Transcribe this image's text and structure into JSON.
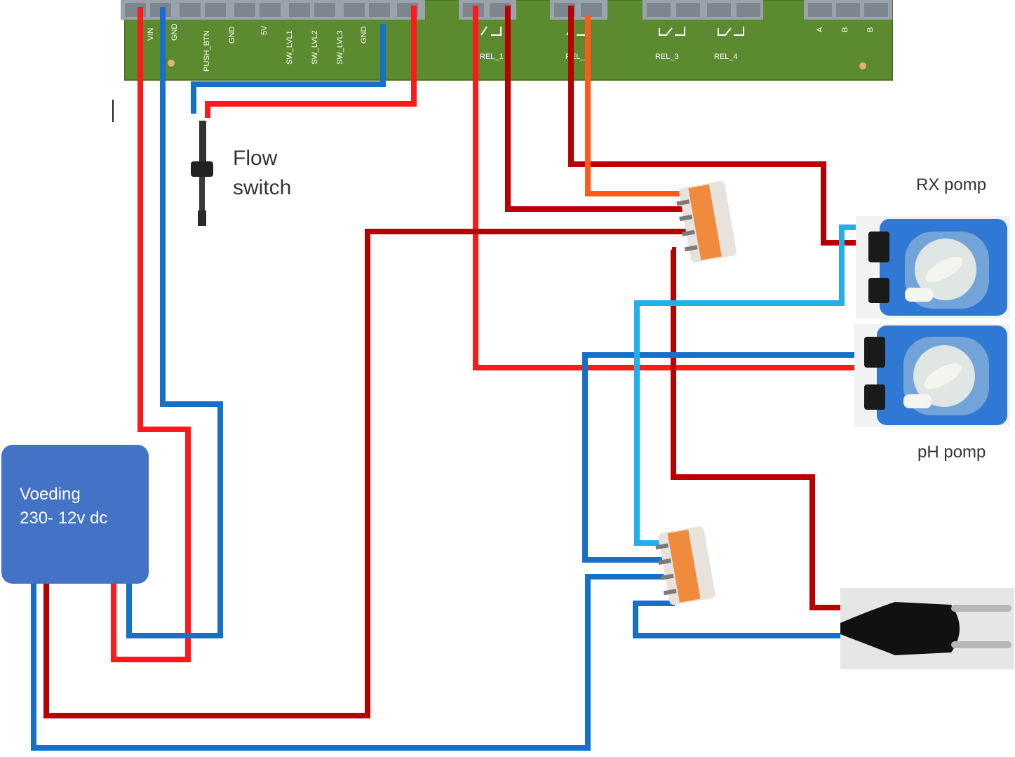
{
  "labels": {
    "flow_switch_line1": "Flow",
    "flow_switch_line2": "switch",
    "rx_pump": "RX pomp",
    "ph_pump": "pH pomp",
    "psu_line1": "Voeding",
    "psu_line2": "230- 12v dc"
  },
  "board_pins": [
    "VIN",
    "GND",
    "PUSH_BTN",
    "GND",
    "5V",
    "SW_LVL1",
    "SW_LVL2",
    "SW_LVL3",
    "GND"
  ],
  "relay_labels": [
    "REL_1",
    "REL_2",
    "REL_3",
    "REL_4"
  ],
  "terminal_right": [
    "A",
    "B",
    "B"
  ],
  "colors": {
    "board": "#5b8a2f",
    "terminal": "#9aa3ab",
    "red_wire": "#ff1a1a",
    "dark_red_wire": "#b80000",
    "orange_wire": "#ff5a1a",
    "blue_wire": "#1470c8",
    "light_blue_wire": "#22b0ea",
    "psu": "#4472c4",
    "pump_body": "#2f78d4",
    "connector": "#f08a3c"
  }
}
